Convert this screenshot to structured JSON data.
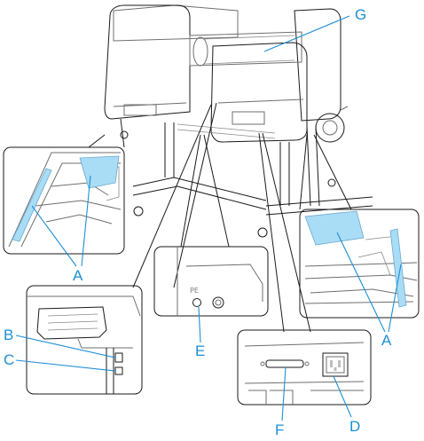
{
  "callout_color": "#1c8fd6",
  "highlight_color": "#a9dcf5",
  "labels": {
    "g": "G",
    "a_left": "A",
    "a_right": "A",
    "b": "B",
    "c": "C",
    "e": "E",
    "f": "F",
    "d": "D",
    "pe_marking": "PE"
  }
}
